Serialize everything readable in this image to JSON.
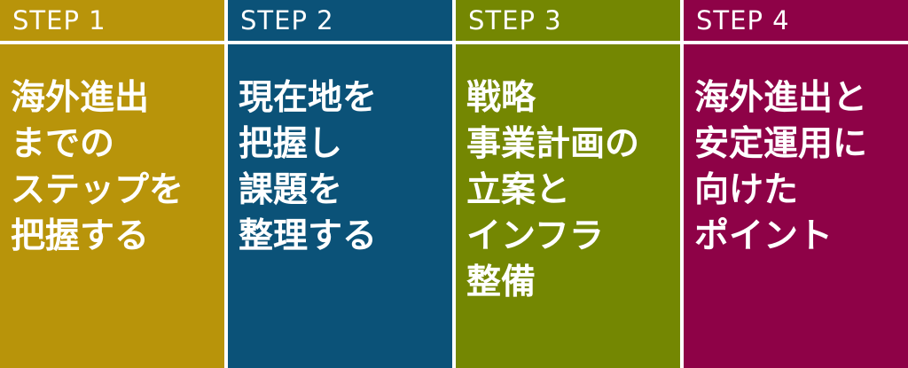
{
  "steps": [
    {
      "label": "STEP 1",
      "color": "#b8940a",
      "lines": [
        "海外進出",
        "までの",
        "ステップを",
        "把握する"
      ]
    },
    {
      "label": "STEP 2",
      "color": "#0b5278",
      "lines": [
        "現在地を",
        "把握し",
        "課題を",
        "整理する"
      ]
    },
    {
      "label": "STEP 3",
      "color": "#748702",
      "lines": [
        "戦略",
        "事業計画の",
        "立案と",
        "インフラ",
        "整備"
      ]
    },
    {
      "label": "STEP 4",
      "color": "#8e0247",
      "lines": [
        "海外進出と",
        "安定運用に",
        "向けた",
        "ポイント"
      ]
    }
  ]
}
